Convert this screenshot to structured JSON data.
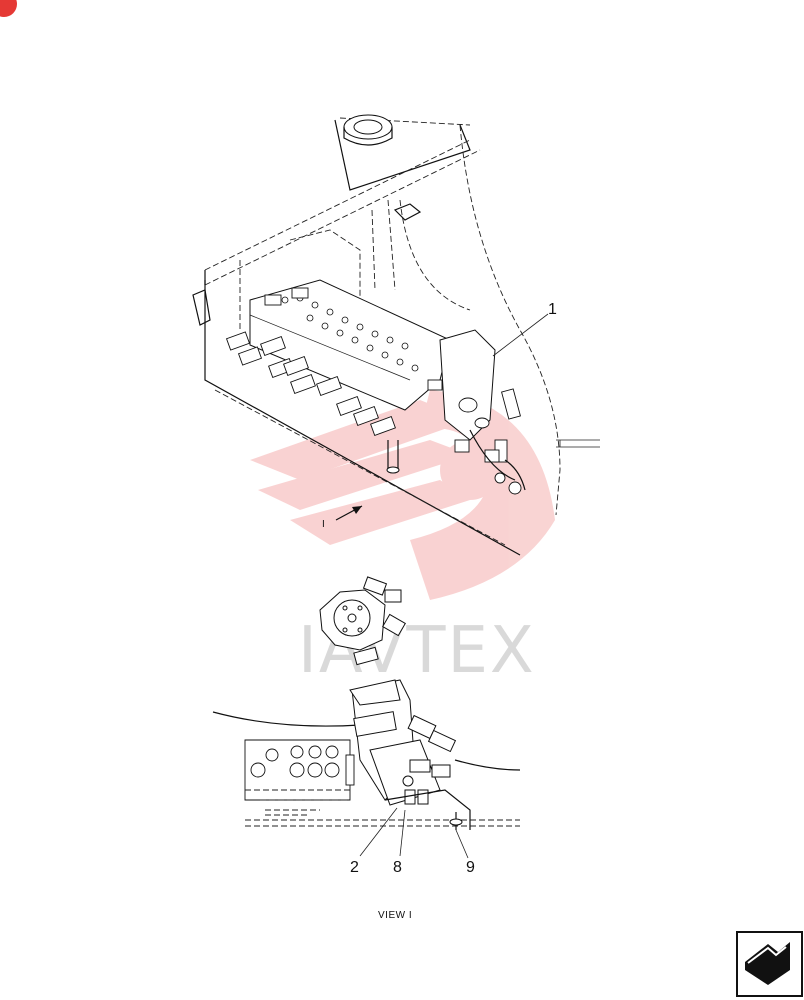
{
  "callouts": {
    "c1": "1",
    "c2": "2",
    "c8": "8",
    "c9": "9"
  },
  "view_label": "VIEW I",
  "view_arrow_label": "I",
  "watermark": {
    "text": "IAVTEX",
    "color": "#e53935"
  },
  "icons": {
    "corner_badge": "red-badge-icon",
    "nav": "next-page-arrow-icon"
  }
}
